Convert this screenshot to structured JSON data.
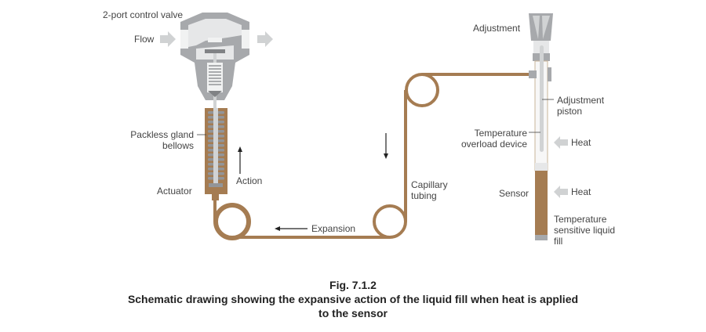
{
  "labels": {
    "valve": "2-port control valve",
    "flow": "Flow",
    "bellows_1": "Packless gland",
    "bellows_2": "bellows",
    "actuator": "Actuator",
    "action": "Action",
    "expansion": "Expansion",
    "capillary_1": "Capillary",
    "capillary_2": "tubing",
    "adjustment": "Adjustment",
    "piston_1": "Adjustment",
    "piston_2": "piston",
    "overload_1": "Temperature",
    "overload_2": "overload device",
    "heat_1": "Heat",
    "heat_2": "Heat",
    "sensor": "Sensor",
    "fill_1": "Temperature",
    "fill_2": "sensitive liquid",
    "fill_3": "fill"
  },
  "caption": {
    "fig": "Fig. 7.1.2",
    "line1": "Schematic drawing showing the expansive action of the liquid fill when heat is applied",
    "line2": "to the sensor"
  },
  "colors": {
    "tube": "#a57c52",
    "metal": "#a7a9ac",
    "arrow": "#d0d2d3"
  }
}
